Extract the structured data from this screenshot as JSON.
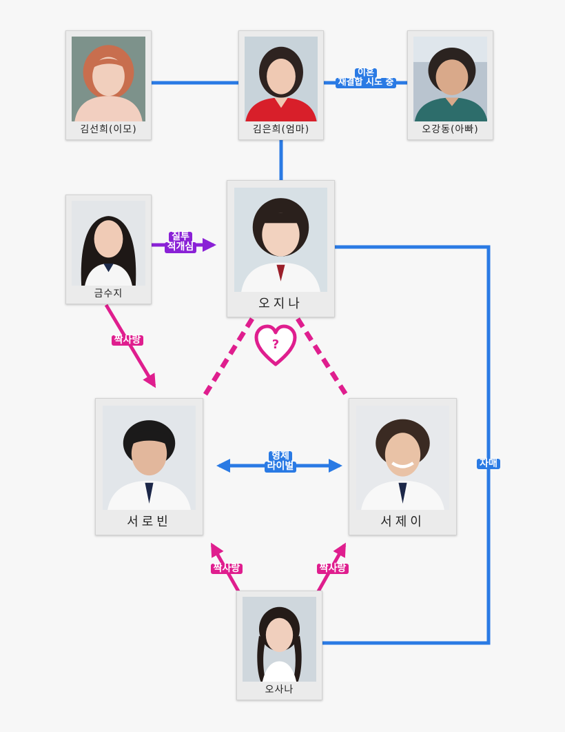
{
  "people": {
    "kim_seonhui": {
      "name": "김선희(이모)"
    },
    "kim_eunhui": {
      "name": "김은희(엄마)"
    },
    "o_gangdong": {
      "name": "오강동(아빠)"
    },
    "geum_suji": {
      "name": "금수지"
    },
    "o_jina": {
      "name": "오지나"
    },
    "seo_robin": {
      "name": "서로빈"
    },
    "seo_jei": {
      "name": "서제이"
    },
    "o_sana": {
      "name": "오사나"
    }
  },
  "relations": {
    "divorce_line1": "이혼",
    "divorce_line2": "재결합 시도 중",
    "jealousy_line1": "질투",
    "jealousy_line2": "적개심",
    "crush_suji": "짝사랑",
    "question_mark": "?",
    "rival_line1": "형제",
    "rival_line2": "라이벌",
    "sisters": "자매",
    "crush_sana_left": "짝사랑",
    "crush_sana_right": "짝사랑"
  },
  "colors": {
    "background": "#f7f7f7",
    "family_blue": "#2a7ae4",
    "rivalry_purple": "#8a21d6",
    "love_pink": "#df1e8e",
    "card": "#ebebeb"
  },
  "icons": {
    "heart": "heart-question-icon",
    "arrow": "arrowhead-icon"
  }
}
